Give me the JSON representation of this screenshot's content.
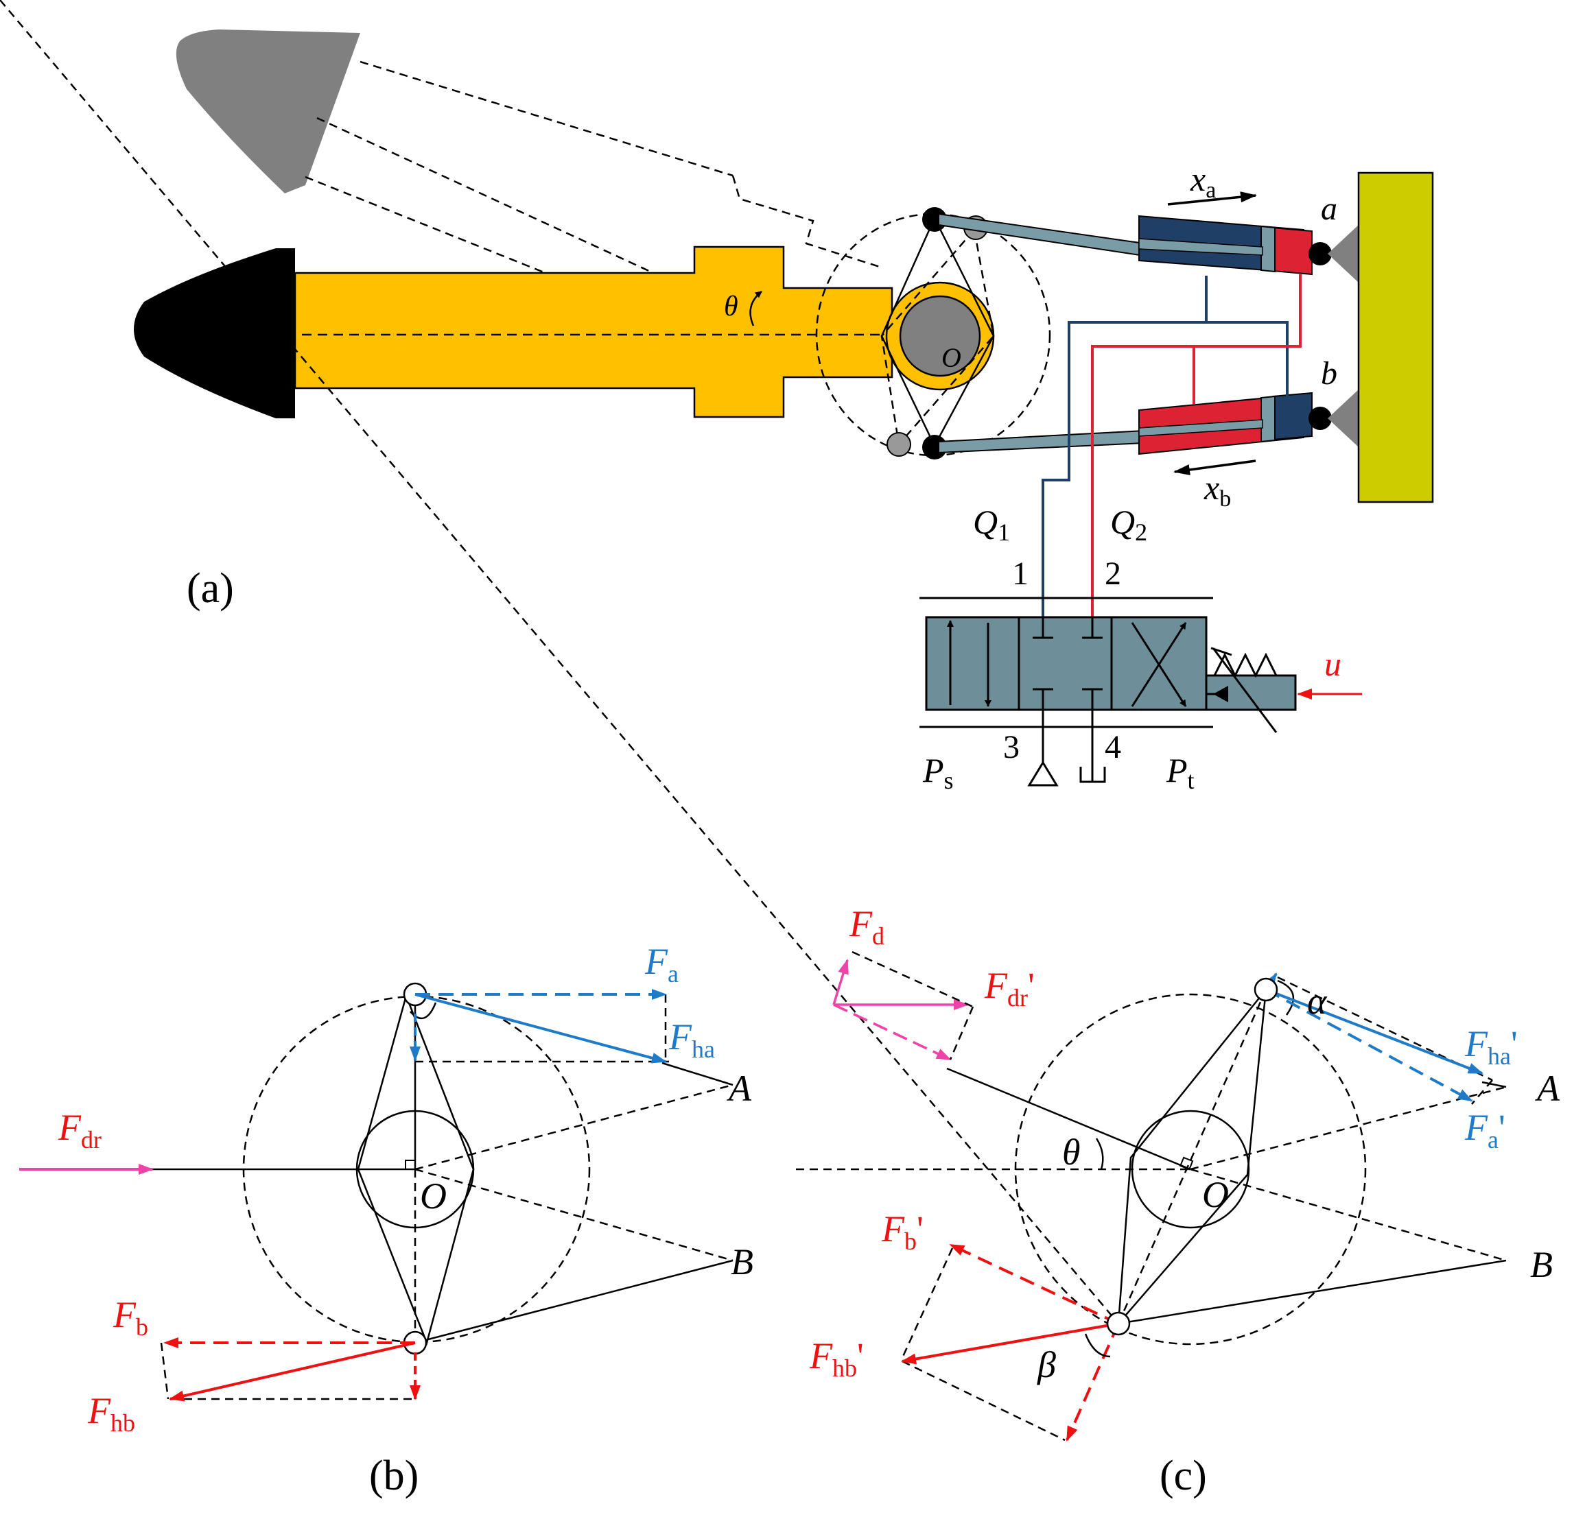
{
  "panels": {
    "a": "(a)",
    "b": "(b)",
    "c": "(c)"
  },
  "a": {
    "theta": "θ",
    "O": "O",
    "xa_main": "x",
    "xa_sub": "a",
    "xb_main": "x",
    "xb_sub": "b",
    "a": "a",
    "b": "b",
    "Q1_main": "Q",
    "Q1_sub": "1",
    "Q2_main": "Q",
    "Q2_sub": "2",
    "port1": "1",
    "port2": "2",
    "port3": "3",
    "port4": "4",
    "Ps_main": "P",
    "Ps_sub": "s",
    "Pt_main": "P",
    "Pt_sub": "t",
    "u": "u"
  },
  "b": {
    "Fa_main": "F",
    "Fa_sub": "a",
    "Fha_main": "F",
    "Fha_sub": "ha",
    "Fdr_main": "F",
    "Fdr_sub": "dr",
    "Fb_main": "F",
    "Fb_sub": "b",
    "Fhb_main": "F",
    "Fhb_sub": "hb",
    "A": "A",
    "B": "B",
    "O": "O"
  },
  "c": {
    "Fd_main": "F",
    "Fd_sub": "d",
    "Fdr_main": "F",
    "Fdr_sub": "dr",
    "Fdr_prime": "'",
    "alpha": "α",
    "Fha_main": "F",
    "Fha_sub": "ha",
    "Fha_prime": "'",
    "Fa_main": "F",
    "Fa_sub": "a",
    "Fa_prime": "'",
    "A": "A",
    "B": "B",
    "O": "O",
    "theta": "θ",
    "Fb_main": "F",
    "Fb_sub": "b",
    "Fb_prime": "'",
    "Fhb_main": "F",
    "Fhb_sub": "hb",
    "Fhb_prime": "'",
    "beta": "β"
  },
  "colors": {
    "body": "#FFC000",
    "nose_black": "#000000",
    "nose_gray": "#808080",
    "hub": "#808080",
    "base": "#CCCC00",
    "cyl_blue": "#1F3F66",
    "cyl_red": "#DD2233",
    "rod": "#7A9CA6",
    "valve": "#6E8F9A",
    "force_blue": "#1F7BC8",
    "force_red": "#EE1111",
    "force_pink": "#EE44AA"
  }
}
